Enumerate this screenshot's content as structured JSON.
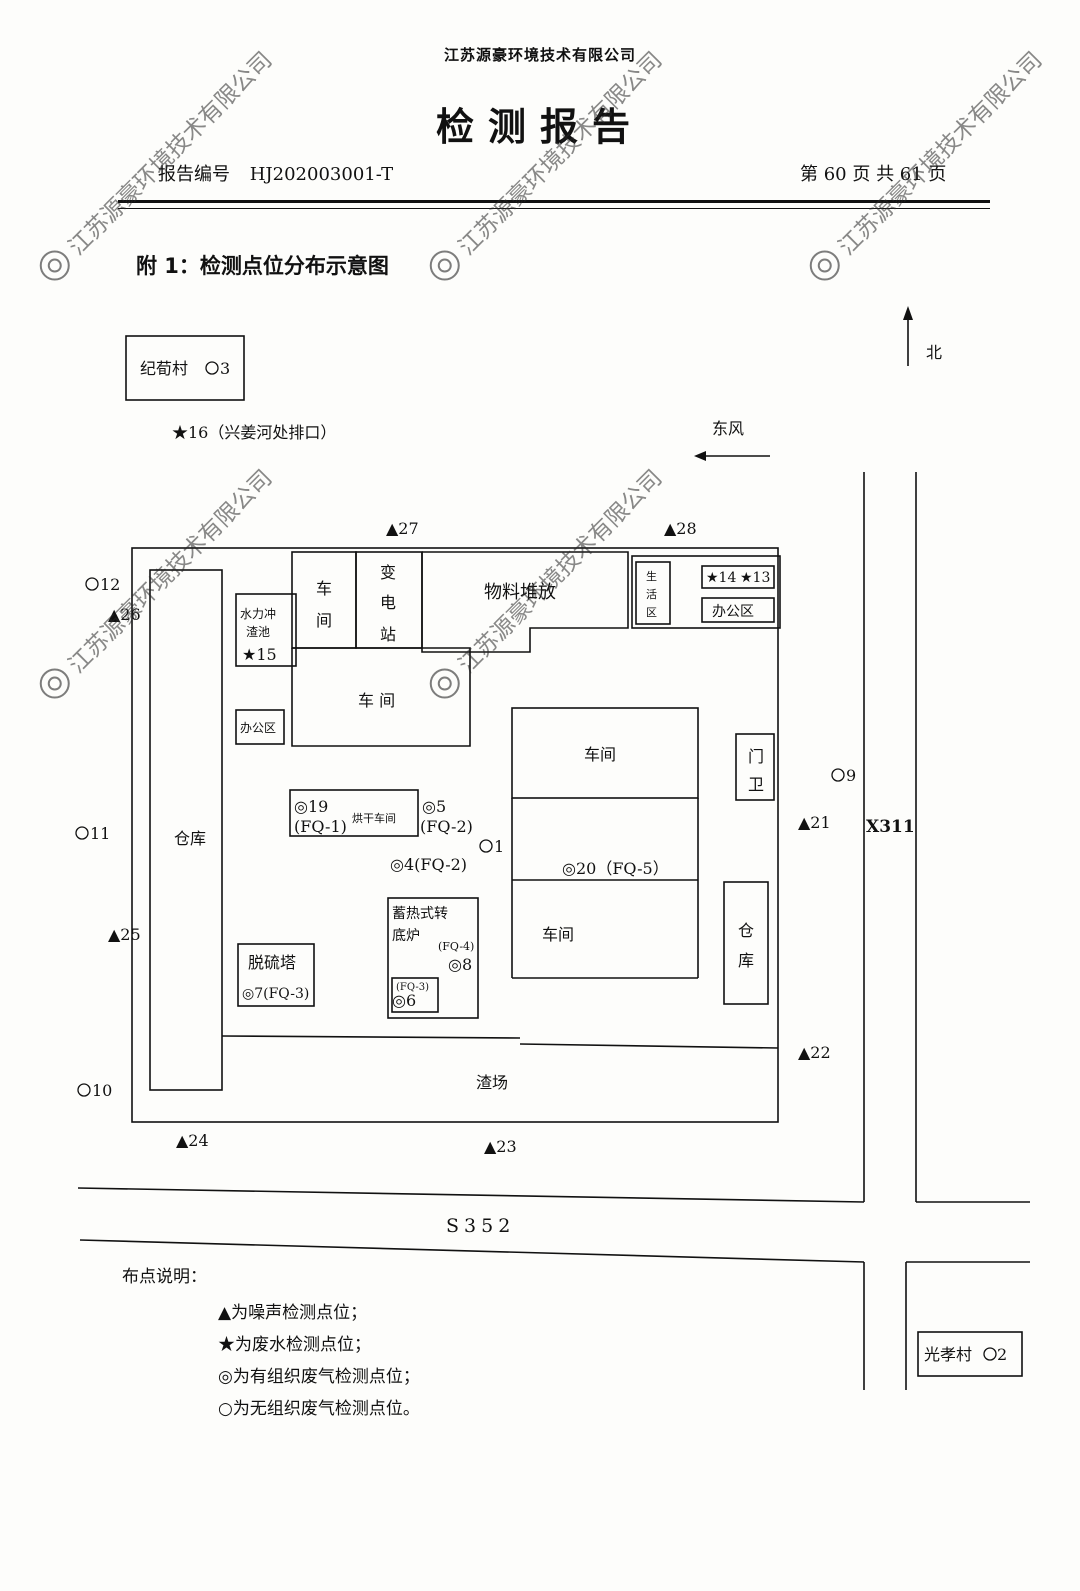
{
  "header": {
    "company": "江苏源豪环境技术有限公司",
    "title": "检测报告",
    "report_no_label": "报告编号",
    "report_no": "HJ202003001-T",
    "page_info": "第 60 页 共 61 页"
  },
  "heading": "附 1：检测点位分布示意图",
  "map": {
    "north": "北",
    "wind": "东风",
    "village_ji": "纪荀村",
    "village_guang": "光孝村",
    "road_x311": "X311",
    "road_s352": "S352",
    "p16_note": "★16（兴姜河处排口）",
    "buildings": {
      "warehouse_left": "仓库",
      "workshop_a": "车间",
      "substation": "变电站",
      "material": "物料堆放",
      "living": "生活区",
      "office_ne": "办公区",
      "water_pool": "水力冲渣池",
      "workshop_mid": "车 间",
      "office_w": "办公区",
      "workshop_e1": "车间",
      "guard": "门卫",
      "drying": "烘干车间",
      "furnace": "蓄热式转底炉",
      "workshop_e2": "车间",
      "warehouse_right": "仓库",
      "desulf": "脱硫塔",
      "slag": "渣场"
    },
    "points": {
      "p1": "1",
      "p2": "2",
      "p3": "3",
      "p4": "◎4(FQ-2)",
      "p5": "◎5",
      "p5b": "(FQ-2)",
      "p6": "◎6",
      "p6b": "(FQ-3)",
      "p7": "◎7(FQ-3)",
      "p8": "◎8",
      "p8b": "(FQ-4)",
      "p9": "9",
      "p10": "10",
      "p11": "11",
      "p12": "12",
      "p13": "★13",
      "p14": "★14",
      "p15": "★15",
      "p19": "◎19",
      "p19b": "(FQ-1)",
      "p20": "◎20（FQ-5）",
      "p21": "▲21",
      "p22": "▲22",
      "p23": "▲23",
      "p24": "▲24",
      "p25": "▲25",
      "p26": "▲26",
      "p27": "▲27",
      "p28": "▲28"
    }
  },
  "legend": {
    "title": "布点说明：",
    "items": [
      "▲为噪声检测点位；",
      "★为废水检测点位；",
      "◎为有组织废气检测点位；",
      "○为无组织废气检测点位。"
    ]
  },
  "watermark": "江苏源豪环境技术有限公司"
}
